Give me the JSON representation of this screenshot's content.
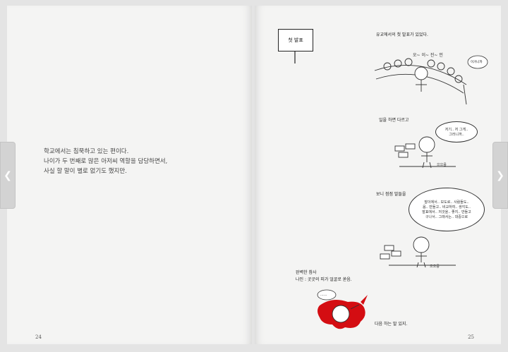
{
  "left_page": {
    "lines": [
      "학교에서는 침묵하고 있는 편이다.",
      "나이가 두 번째로 많은 아저씨 역할을 담당하면서,",
      "사실 할 말이 별로 없기도 했지만."
    ],
    "page_number": "24"
  },
  "right_page": {
    "page_number": "25",
    "sign_label": "첫 발표",
    "caption_1": "유교에서의 첫 발표가 있었다.",
    "crowd_chant": "오~ 이~ 진~ 인",
    "crowd_bubble": "이거니까",
    "caption_2": "일을 하면 다르고",
    "bubble_1_lines": [
      "저기.. 저 그게..",
      "그러니까.."
    ],
    "floor_label_1": "으으응",
    "caption_3": "보니 점점 말들을",
    "bubble_2_lines": [
      "말이에서.. 보도로.. 사람들도..",
      "음.. 만들고.. 비교하여.. 생각도..",
      "발표에서.. 저것을.. 좋지.. 만들고",
      "구나서.. 그래서는.. 대중으로"
    ],
    "floor_label_2": "으으응",
    "caption_4_lines": [
      "완벽한 참사",
      "나인 : 곳곳의 피가 얼굴로 쏟음."
    ],
    "small_bubble": "......",
    "caption_5": "다음 하는 말 있지."
  },
  "nav": {
    "prev_glyph": "❮",
    "next_glyph": "❯"
  },
  "colors": {
    "page": "#f4f4f3",
    "background": "#e4e4e4",
    "blood": "#d40d12"
  }
}
